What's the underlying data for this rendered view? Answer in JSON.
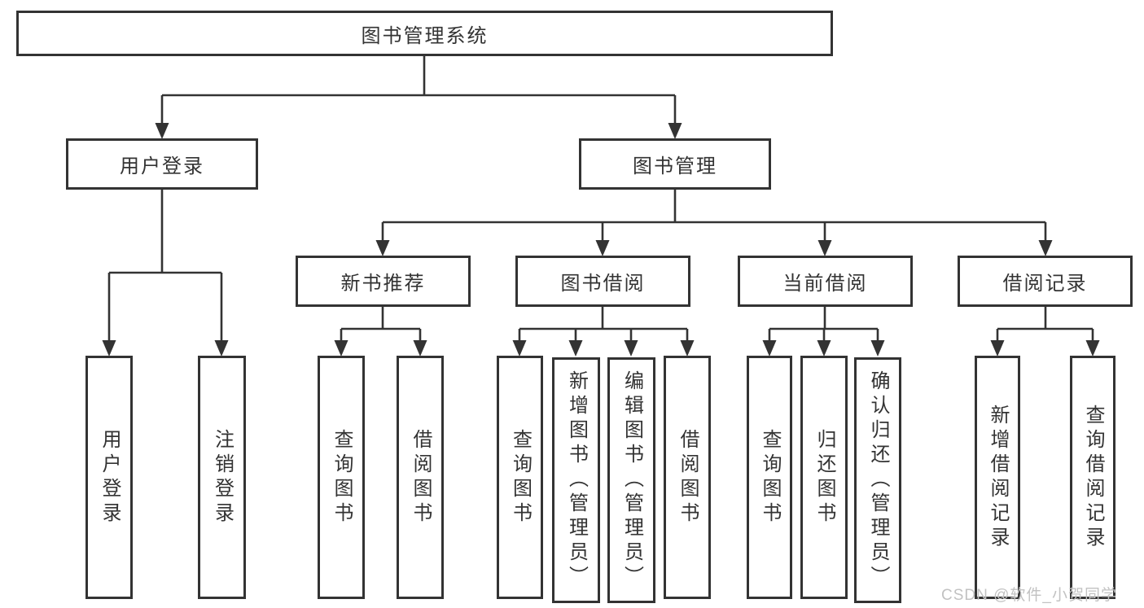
{
  "tree": {
    "root": {
      "label": "图书管理系统"
    },
    "branches": [
      {
        "label": "用户登录",
        "children": [
          {
            "label": "用户登录"
          },
          {
            "label": "注销登录"
          }
        ]
      },
      {
        "label": "图书管理",
        "children": [
          {
            "label": "新书推荐",
            "children": [
              {
                "label": "查询图书"
              },
              {
                "label": "借阅图书"
              }
            ]
          },
          {
            "label": "图书借阅",
            "children": [
              {
                "label": "查询图书"
              },
              {
                "label": "新增图书（管理员）"
              },
              {
                "label": "编辑图书（管理员）"
              },
              {
                "label": "借阅图书"
              }
            ]
          },
          {
            "label": "当前借阅",
            "children": [
              {
                "label": "查询图书"
              },
              {
                "label": "归还图书"
              },
              {
                "label": "确认归还（管理员）"
              }
            ]
          },
          {
            "label": "借阅记录",
            "children": [
              {
                "label": "新增借阅记录"
              },
              {
                "label": "查询借阅记录"
              }
            ]
          }
        ]
      }
    ]
  },
  "watermark": {
    "text": "CSDN @软件_小贺同学"
  },
  "colors": {
    "line": "#333333",
    "box_bg": "#ffffff",
    "background": "#ffffff",
    "watermark": "#c2c2c2"
  }
}
